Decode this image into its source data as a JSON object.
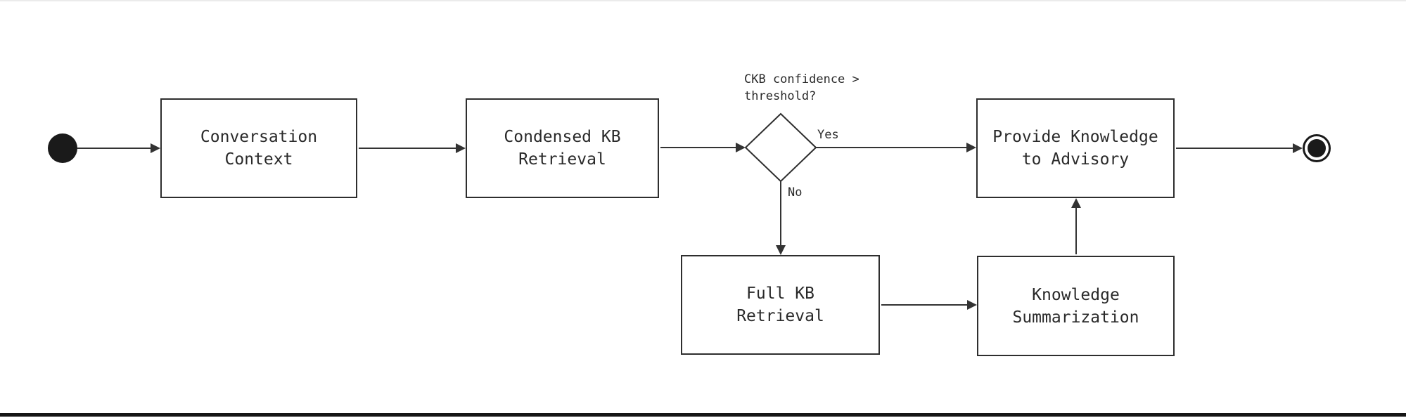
{
  "diagram": {
    "type": "activity-flowchart",
    "direction": "left-to-right",
    "background": "#ffffff",
    "colors": {
      "node_border": "#2e2e2e",
      "node_fill": "#ffffff",
      "edge_stroke": "#333333",
      "text": "#2a2a2a",
      "terminal_fill": "#1a1a1a",
      "top_rule": "#ebebeb",
      "bottom_rule": "#151515"
    },
    "nodes": {
      "start": {
        "kind": "initial-node"
      },
      "conversation_context": {
        "kind": "process",
        "label": "Conversation\nContext"
      },
      "condensed_kb_retrieval": {
        "kind": "process",
        "label": "Condensed KB\nRetrieval"
      },
      "decision": {
        "kind": "decision",
        "condition": "CKB confidence >\nthreshold?"
      },
      "provide_knowledge_to_advisory": {
        "kind": "process",
        "label": "Provide Knowledge\nto Advisory"
      },
      "full_kb_retrieval": {
        "kind": "process",
        "label": "Full KB\nRetrieval"
      },
      "knowledge_summarization": {
        "kind": "process",
        "label": "Knowledge\nSummarization"
      },
      "end": {
        "kind": "final-node"
      }
    },
    "edges": [
      {
        "from": "start",
        "to": "conversation_context",
        "label": ""
      },
      {
        "from": "conversation_context",
        "to": "condensed_kb_retrieval",
        "label": ""
      },
      {
        "from": "condensed_kb_retrieval",
        "to": "decision",
        "label": ""
      },
      {
        "from": "decision",
        "to": "provide_knowledge_to_advisory",
        "label": "Yes"
      },
      {
        "from": "decision",
        "to": "full_kb_retrieval",
        "label": "No"
      },
      {
        "from": "full_kb_retrieval",
        "to": "knowledge_summarization",
        "label": ""
      },
      {
        "from": "knowledge_summarization",
        "to": "provide_knowledge_to_advisory",
        "label": ""
      },
      {
        "from": "provide_knowledge_to_advisory",
        "to": "end",
        "label": ""
      }
    ]
  }
}
